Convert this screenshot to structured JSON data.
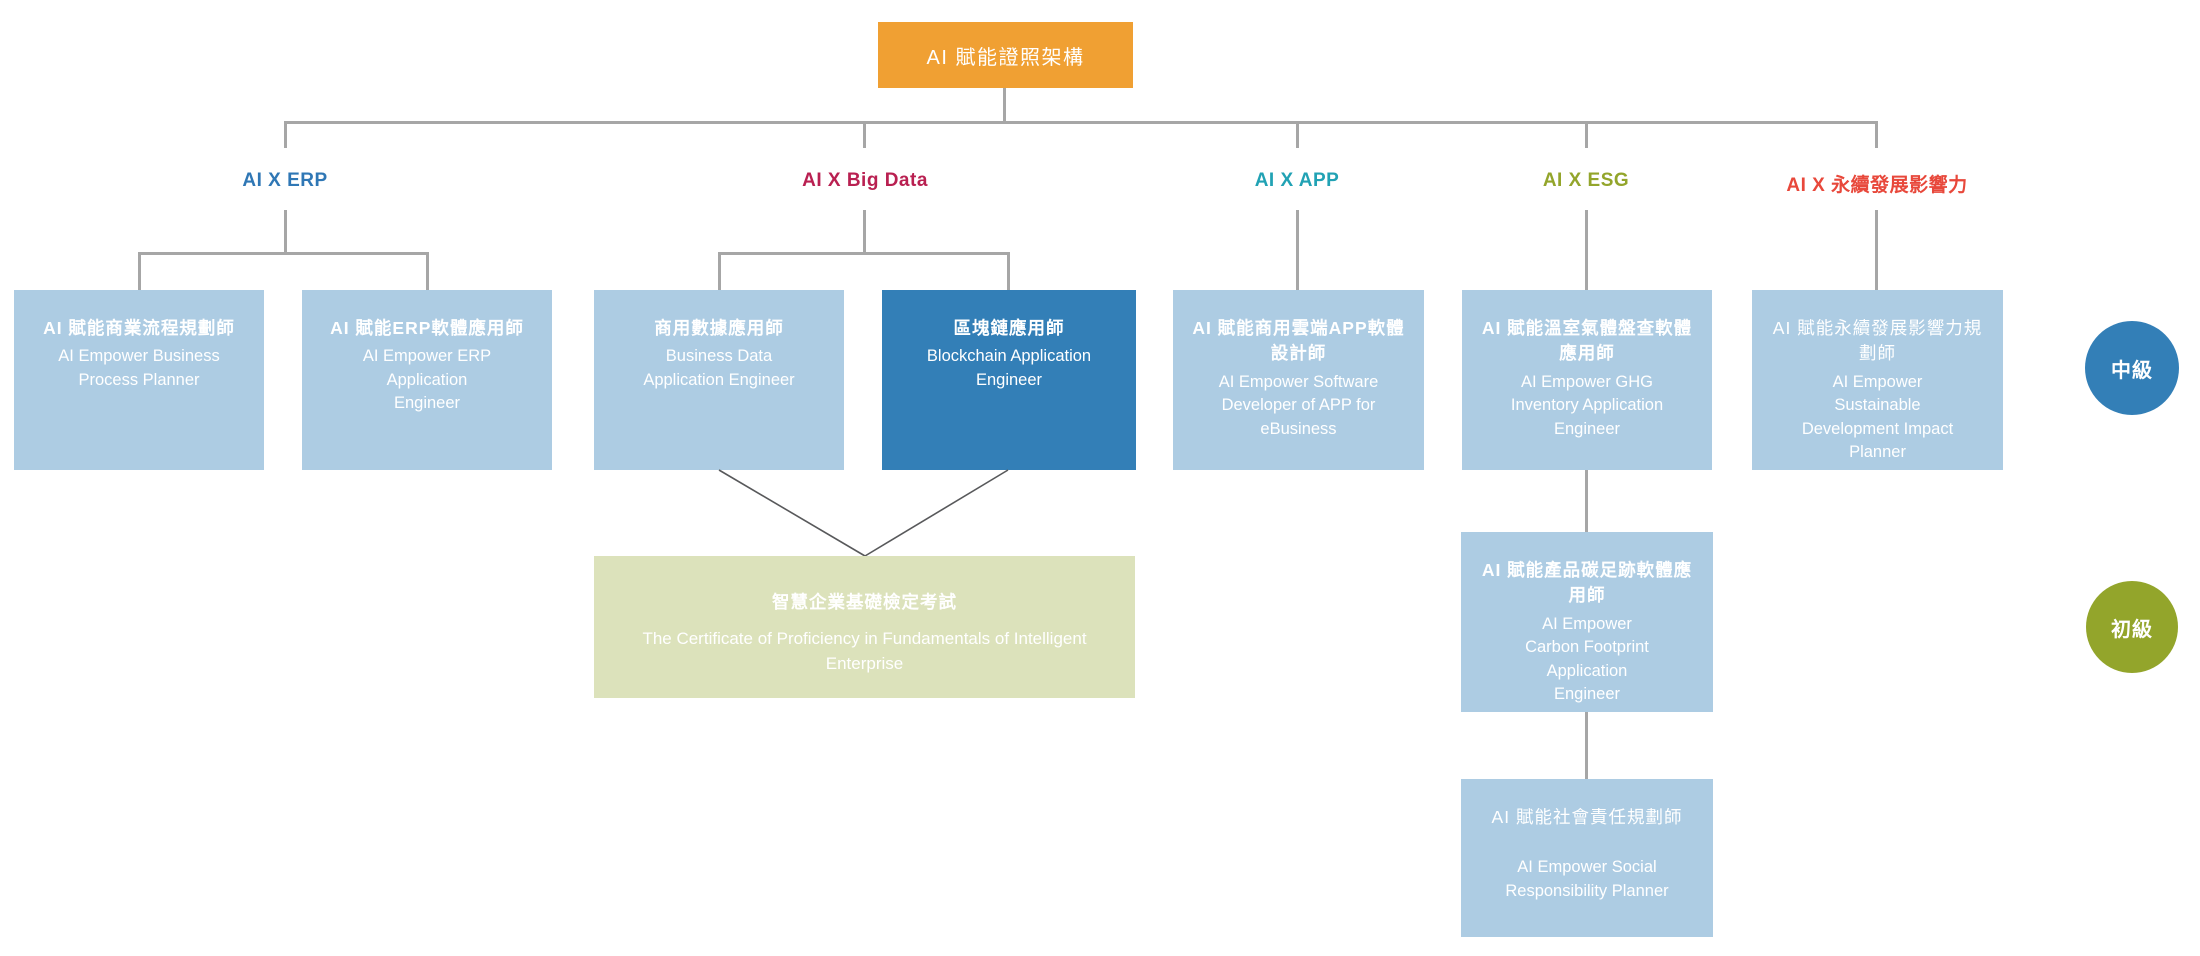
{
  "root": {
    "label": "AI 賦能證照架構"
  },
  "branches": [
    {
      "id": "erp",
      "label": "AI X ERP"
    },
    {
      "id": "bigdata",
      "label": "AI X Big Data"
    },
    {
      "id": "app",
      "label": "AI X APP"
    },
    {
      "id": "esg",
      "label": "AI X ESG"
    },
    {
      "id": "sustain",
      "label": "AI X 永續發展影響力"
    }
  ],
  "cards": [
    {
      "title_zh": "AI 賦能商業流程規劃師",
      "title_en": "AI Empower Business Process Planner"
    },
    {
      "title_zh": "AI 賦能ERP軟體應用師",
      "title_en": "AI Empower ERP Application Engineer"
    },
    {
      "title_zh": "商用數據應用師",
      "title_en": "Business Data Application Engineer"
    },
    {
      "title_zh": "區塊鏈應用師",
      "title_en": "Blockchain Application Engineer"
    },
    {
      "title_zh": "AI 賦能商用雲端APP軟體設計師",
      "title_en": "AI Empower Software Developer of APP for eBusiness"
    },
    {
      "title_zh": "AI 賦能溫室氣體盤查軟體應用師",
      "title_en": "AI Empower GHG Inventory Application Engineer"
    },
    {
      "title_zh": "AI 賦能永續發展影響力規劃師",
      "title_en": "AI Empower Sustainable Development Impact Planner"
    },
    {
      "title_zh": "AI 賦能產品碳足跡軟體應用師",
      "title_en": "AI Empower Carbon Footprint Application Engineer"
    },
    {
      "title_zh": "AI 賦能社會責任規劃師",
      "title_en": "AI Empower Social Responsibility Planner"
    }
  ],
  "exam": {
    "title_zh": "智慧企業基礎檢定考試",
    "title_en": "The Certificate of Proficiency in Fundamentals of Intelligent Enterprise"
  },
  "levels": [
    {
      "id": "intermediate",
      "label": "中級"
    },
    {
      "id": "beginner",
      "label": "初級"
    }
  ],
  "colors": {
    "orange": "#F0A033",
    "card-light": "#ADCCE3",
    "card-dark": "#337FB7",
    "exam-green": "#DCE2BB",
    "level-intermediate": "#337FB7",
    "level-beginner": "#93A52B",
    "branch-erp": "#2F77B5",
    "branch-bigdata": "#B92051",
    "branch-app": "#21A2B4",
    "branch-esg": "#93A52B",
    "branch-sustain": "#E8483B",
    "line": "#A6A6A6",
    "diagonal": "#58595B"
  }
}
